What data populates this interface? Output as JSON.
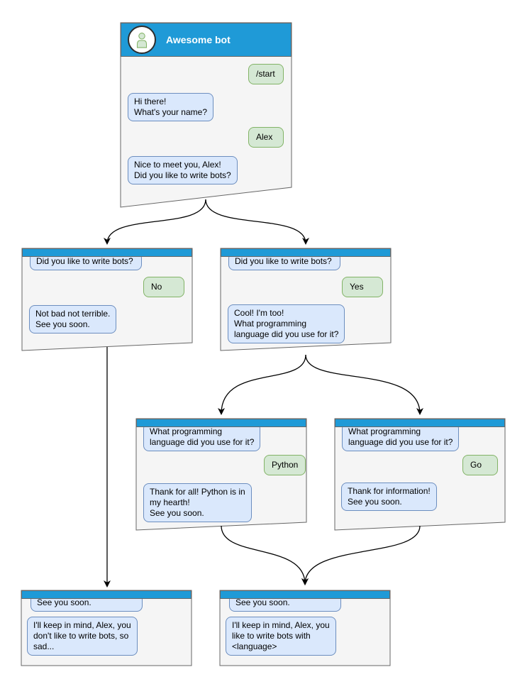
{
  "colors": {
    "header": "#1f9ad7",
    "window_bg": "#f5f5f5",
    "window_border": "#666666",
    "bot_bg": "#dae8fc",
    "bot_border": "#6c8ebf",
    "user_bg": "#d5e8d4",
    "user_border": "#82b366",
    "arrow": "#000000"
  },
  "windows": {
    "main": {
      "title": "Awesome bot",
      "avatar_icon": "user-icon",
      "messages": [
        {
          "from": "user",
          "text": "/start"
        },
        {
          "from": "bot",
          "text": "Hi there!\nWhat's your name?"
        },
        {
          "from": "user",
          "text": "Alex"
        },
        {
          "from": "bot",
          "text": "Nice to meet you, Alex!\nDid you like to write bots?"
        }
      ]
    },
    "branch_no": {
      "messages": [
        {
          "from": "bot",
          "text": "Did you like to write bots?"
        },
        {
          "from": "user",
          "text": "No"
        },
        {
          "from": "bot",
          "text": "Not bad not terrible.\nSee you soon."
        }
      ]
    },
    "branch_yes": {
      "messages": [
        {
          "from": "bot",
          "text": "Did you like to write bots?"
        },
        {
          "from": "user",
          "text": "Yes"
        },
        {
          "from": "bot",
          "text": "Cool! I'm too!\nWhat programming\nlanguage did you use for it?"
        }
      ]
    },
    "branch_python": {
      "messages": [
        {
          "from": "bot",
          "text": "What programming\nlanguage did you use for it?"
        },
        {
          "from": "user",
          "text": "Python"
        },
        {
          "from": "bot",
          "text": "Thank for all! Python is in\nmy hearth!\nSee you soon."
        }
      ]
    },
    "branch_go": {
      "messages": [
        {
          "from": "bot",
          "text": "What programming\nlanguage did you use for it?"
        },
        {
          "from": "user",
          "text": "Go"
        },
        {
          "from": "bot",
          "text": "Thank for information!\nSee you soon."
        }
      ]
    },
    "end_no": {
      "messages": [
        {
          "from": "bot",
          "text": "See you soon."
        },
        {
          "from": "bot",
          "text": "I'll keep in mind, Alex, you\ndon't like to write bots, so\nsad..."
        }
      ]
    },
    "end_language": {
      "messages": [
        {
          "from": "bot",
          "text": "See you soon."
        },
        {
          "from": "bot",
          "text": "I'll keep in mind, Alex, you\nlike to write bots with\n<language>"
        }
      ]
    }
  }
}
